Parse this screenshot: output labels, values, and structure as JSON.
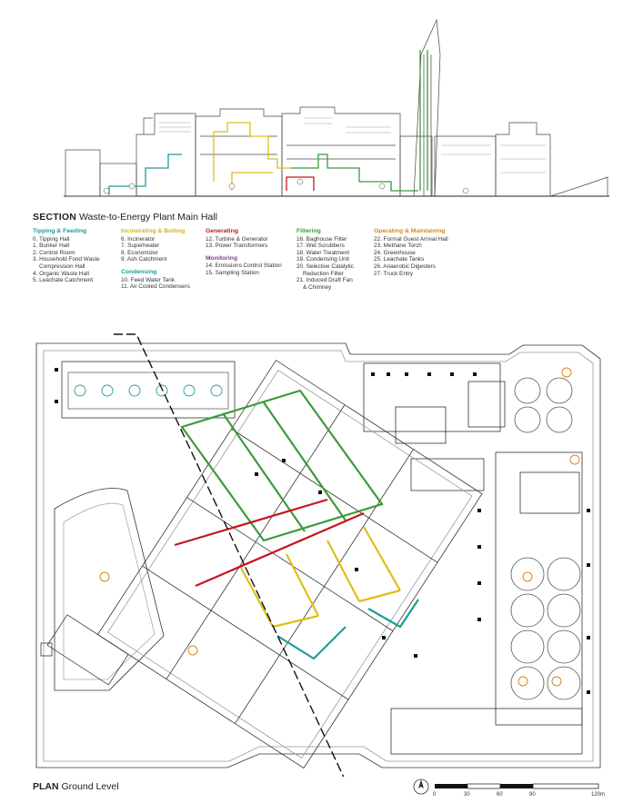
{
  "section": {
    "title_bold": "SECTION",
    "title_rest": " Waste-to-Energy Plant Main Hall",
    "categories": [
      {
        "name": "Tipping & Feeding",
        "color": "#1f9c9a",
        "items": [
          "0. Tipping Hall",
          "1. Bunker Hall",
          "2. Control Room",
          "3. Household Food Waste",
          "Compression Hall",
          "4. Organic Waste Hall",
          "5. Leachate Catchment"
        ]
      },
      {
        "name": "Incinerating & Boiling",
        "color": "#d6b21a",
        "items": [
          "6. Incinerator",
          "7. Superheater",
          "8. Economizer",
          "9. Ash Catchment"
        ]
      },
      {
        "name": "Condensing",
        "color": "#1f9c9a",
        "items": [
          "10. Feed Water Tank",
          "11. Air Cooled Condensers"
        ]
      },
      {
        "name": "Generating",
        "color": "#c4161c",
        "items": [
          "12. Turbine & Generator",
          "13. Power Transformers"
        ]
      },
      {
        "name": "Monitoring",
        "color": "#7a3d8c",
        "items": [
          "14. Emissions Control Station",
          "15. Sampling Station"
        ]
      },
      {
        "name": "Filtering",
        "color": "#3c9a3c",
        "items": [
          "16. Baghouse Filter",
          "17. Wet Scrubbers",
          "18. Water Treatment",
          "19. Condensing Unit",
          "20. Selective Catalytic",
          "Reduction Filter",
          "21. Induced Draft Fan",
          "& Chimney"
        ]
      },
      {
        "name": "Operating & Maintaining",
        "color": "#d8861f",
        "items": [
          "22. Formal Guest Arrival Hall",
          "23. Methane Torch",
          "24. Greenhouse",
          "25. Leachate Tanks",
          "26. Anaerobic Digesters",
          "27. Truck Entry"
        ]
      }
    ]
  },
  "plan": {
    "title_bold": "PLAN",
    "title_rest": " Ground Level",
    "scale_labels": [
      "0",
      "30",
      "60",
      "90",
      "120m"
    ],
    "north_label": "N"
  },
  "colors": {
    "teal": "#1f9c9a",
    "yellow": "#e0be1a",
    "red": "#c4161c",
    "green": "#3c9a3c",
    "orange": "#d8861f",
    "line": "#333333"
  }
}
